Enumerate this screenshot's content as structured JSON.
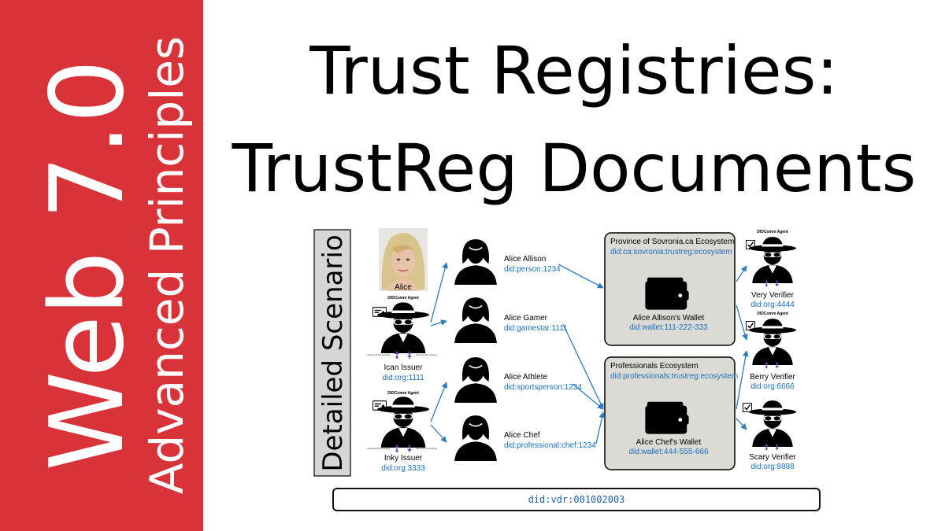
{
  "sidebar": {
    "brand": "Web 7.0",
    "subtitle": "Advanced Principles"
  },
  "title": {
    "line1": "Trust Registries:",
    "line2": "TrustReg Documents"
  },
  "scenario": {
    "label": "Detailed Scenario",
    "photo_caption": "Alice",
    "agent_label": "DIDComm Agent",
    "outbound_label": "Outbound Processing",
    "inbound_label": "Inbound Processing"
  },
  "issuers": [
    {
      "name": "Ican Issuer",
      "did": "did:org:1111"
    },
    {
      "name": "Inky Issuer",
      "did": "did:org:3333"
    }
  ],
  "personas": [
    {
      "name": "Alice Allison",
      "did": "did:person:1234"
    },
    {
      "name": "Alice Gamer",
      "did": "did:gamestar:1111"
    },
    {
      "name": "Alice Athlete",
      "did": "did:sportsperson:1234"
    },
    {
      "name": "Alice Chef",
      "did": "did:professional:chef:1234"
    }
  ],
  "ecosystems": [
    {
      "name": "Province of Sovronia.ca Ecosystem",
      "did": "did:ca:sovronia:trustreg:ecosystem",
      "wallet_name": "Alice Allison's Wallet",
      "wallet_did": "did:wallet:111-222-333"
    },
    {
      "name": "Professionals Ecosystem",
      "did": "did:professionals:trustreg:ecosystem",
      "wallet_name": "Alice Chef's Wallet",
      "wallet_did": "did:wallet:444-555-666"
    }
  ],
  "verifiers": [
    {
      "name": "Very Verifier",
      "did": "did:org:4444"
    },
    {
      "name": "Berry Verifier",
      "did": "did:org:6666"
    },
    {
      "name": "Scary Verifier",
      "did": "did:org:8888"
    }
  ],
  "vdr": "did:vdr:001002003",
  "colors": {
    "sidebar": "#d9333a",
    "did_text": "#1a6fbf",
    "arrow": "#2b7bbf",
    "ecosystem_fill": "#dcdad5"
  }
}
